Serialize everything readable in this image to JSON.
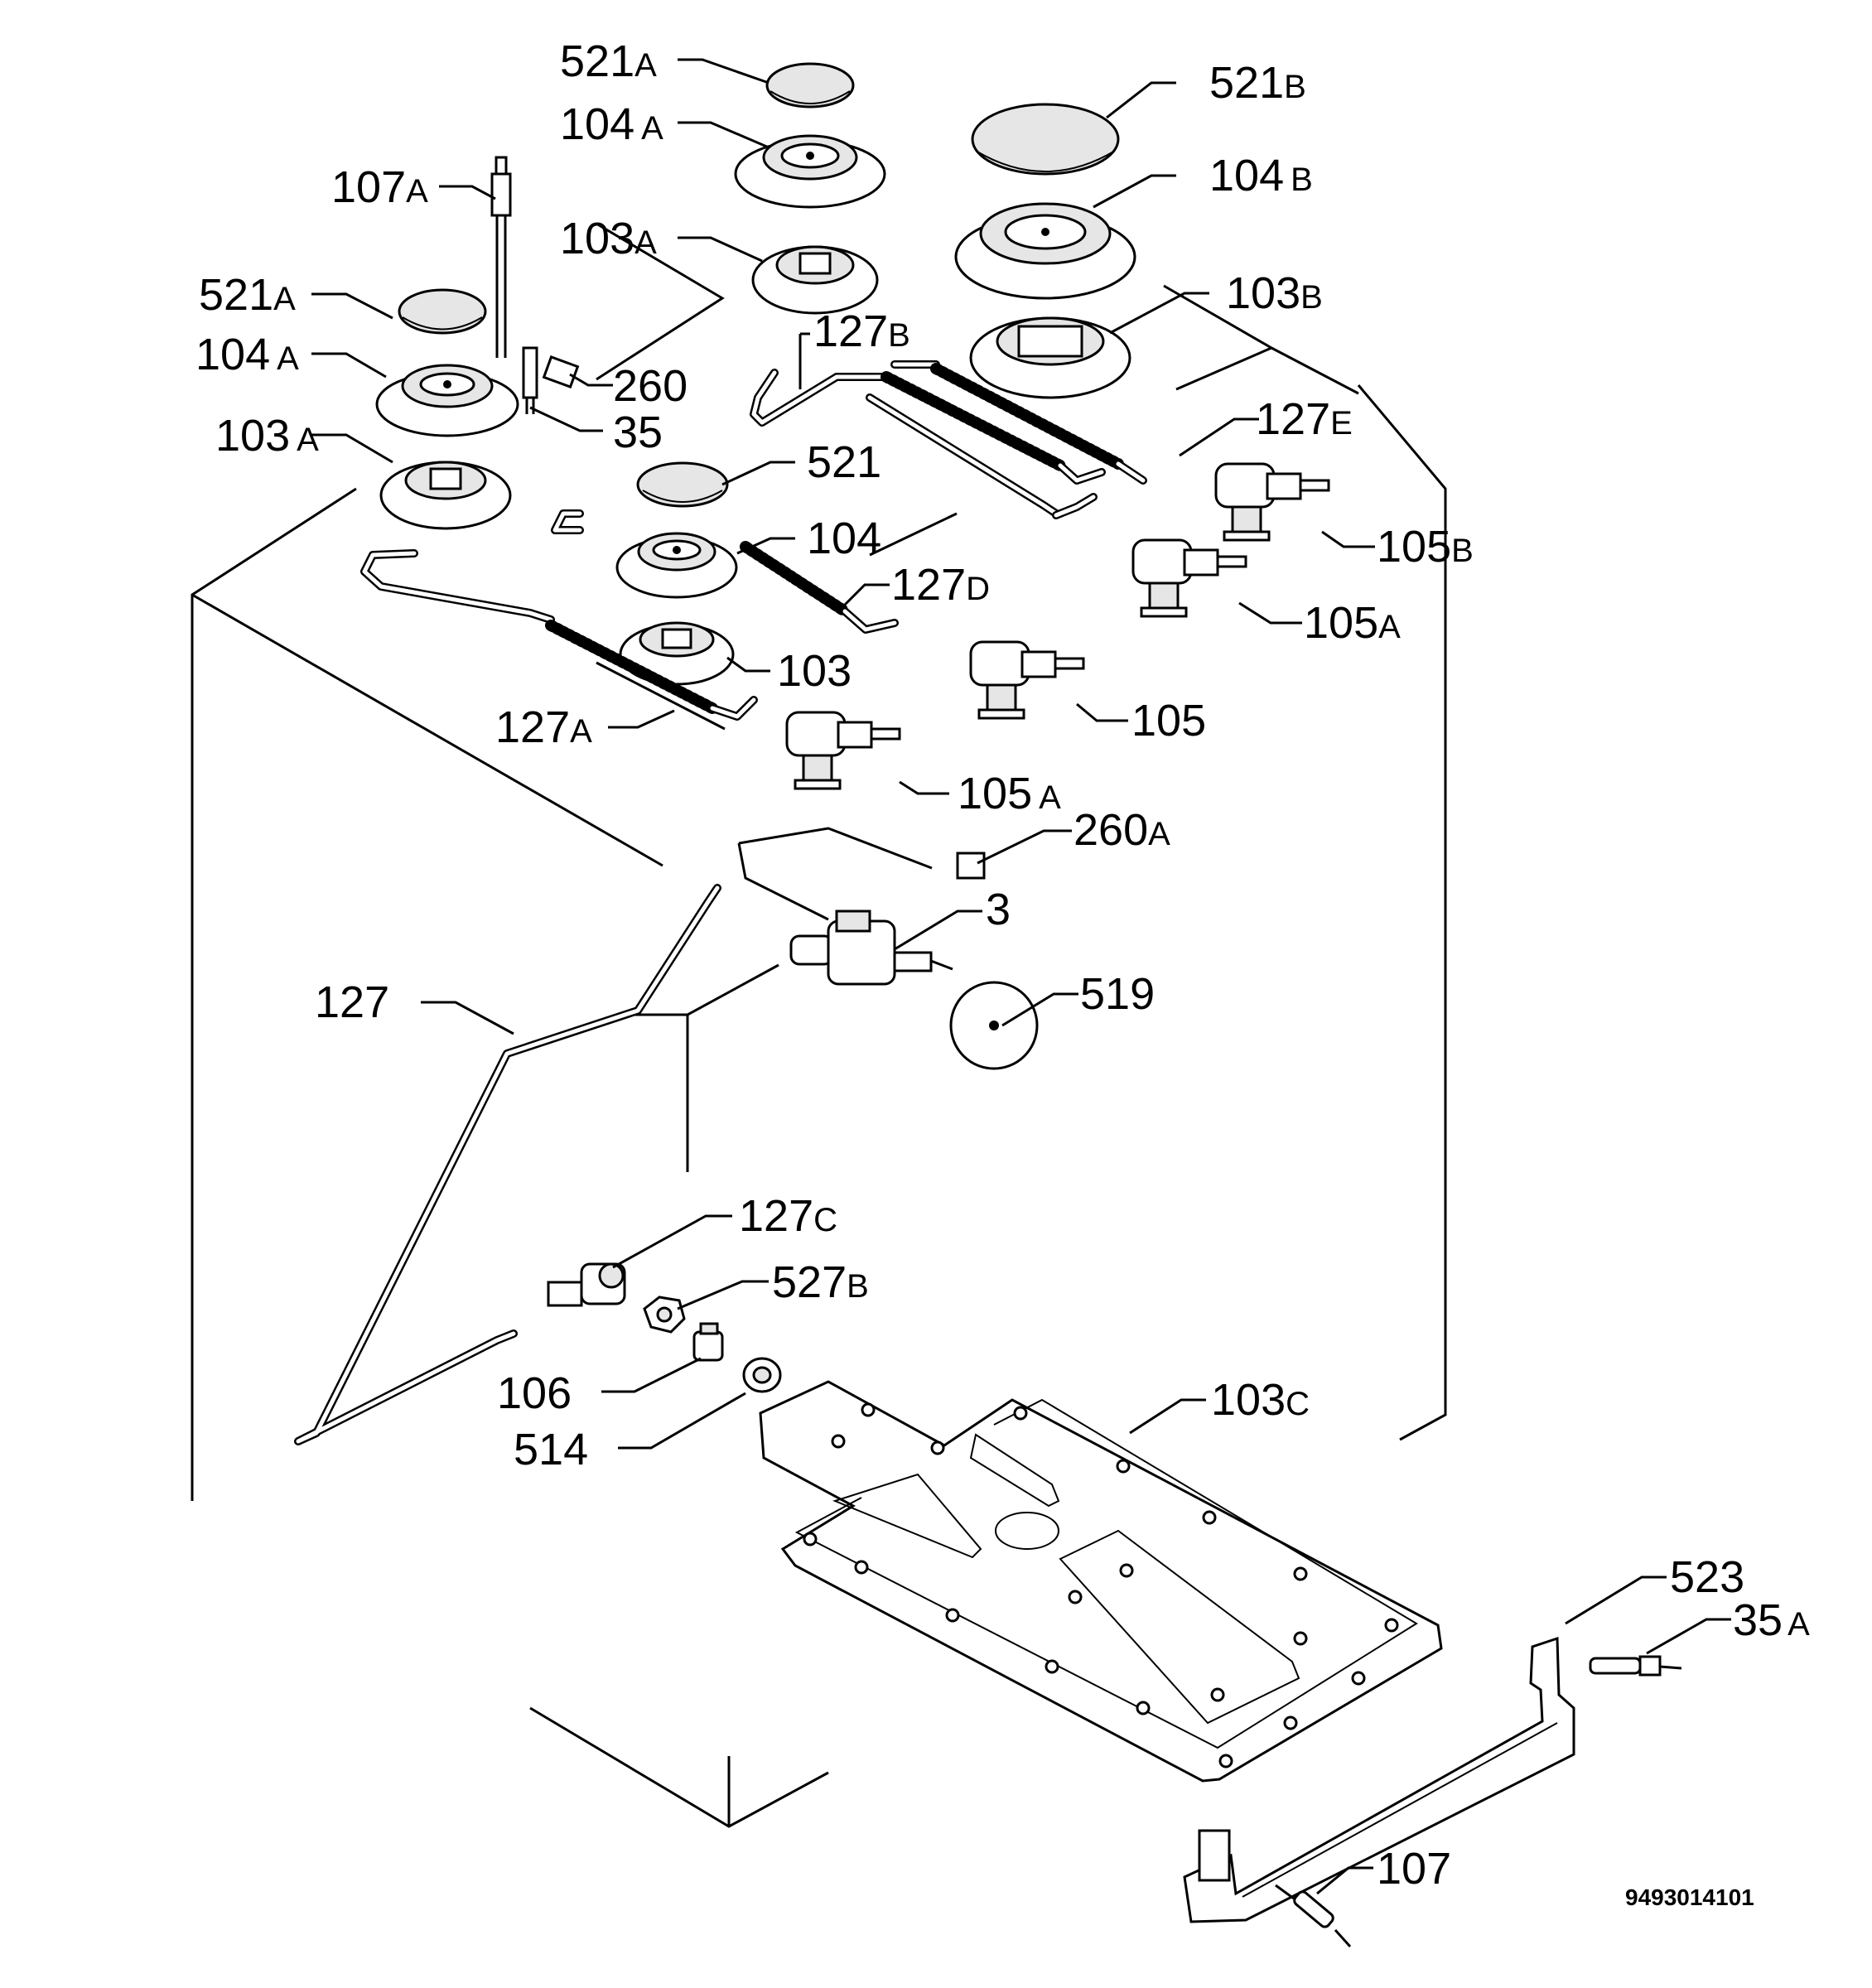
{
  "doc_number": "9493014101",
  "labels": [
    {
      "num": "521",
      "suffix": "A"
    },
    {
      "num": "104",
      "suffix": "A"
    },
    {
      "num": "107",
      "suffix": "A"
    },
    {
      "num": "103",
      "suffix": "A"
    },
    {
      "num": "521",
      "suffix": "A"
    },
    {
      "num": "104",
      "suffix": "A"
    },
    {
      "num": "103",
      "suffix": "A"
    },
    {
      "num": "260",
      "suffix": ""
    },
    {
      "num": "35",
      "suffix": ""
    },
    {
      "num": "521",
      "suffix": "B"
    },
    {
      "num": "104",
      "suffix": "B"
    },
    {
      "num": "103",
      "suffix": "B"
    },
    {
      "num": "127",
      "suffix": "B"
    },
    {
      "num": "127",
      "suffix": "E"
    },
    {
      "num": "521",
      "suffix": ""
    },
    {
      "num": "104",
      "suffix": ""
    },
    {
      "num": "105",
      "suffix": "B"
    },
    {
      "num": "127",
      "suffix": "D"
    },
    {
      "num": "105",
      "suffix": "A"
    },
    {
      "num": "103",
      "suffix": ""
    },
    {
      "num": "105",
      "suffix": ""
    },
    {
      "num": "127",
      "suffix": "A"
    },
    {
      "num": "105",
      "suffix": "A"
    },
    {
      "num": "260",
      "suffix": "A"
    },
    {
      "num": "3",
      "suffix": ""
    },
    {
      "num": "127",
      "suffix": ""
    },
    {
      "num": "519",
      "suffix": ""
    },
    {
      "num": "127",
      "suffix": "C"
    },
    {
      "num": "527",
      "suffix": "B"
    },
    {
      "num": "106",
      "suffix": ""
    },
    {
      "num": "514",
      "suffix": ""
    },
    {
      "num": "103",
      "suffix": "C"
    },
    {
      "num": "523",
      "suffix": ""
    },
    {
      "num": "35",
      "suffix": "A"
    },
    {
      "num": "107",
      "suffix": ""
    }
  ]
}
